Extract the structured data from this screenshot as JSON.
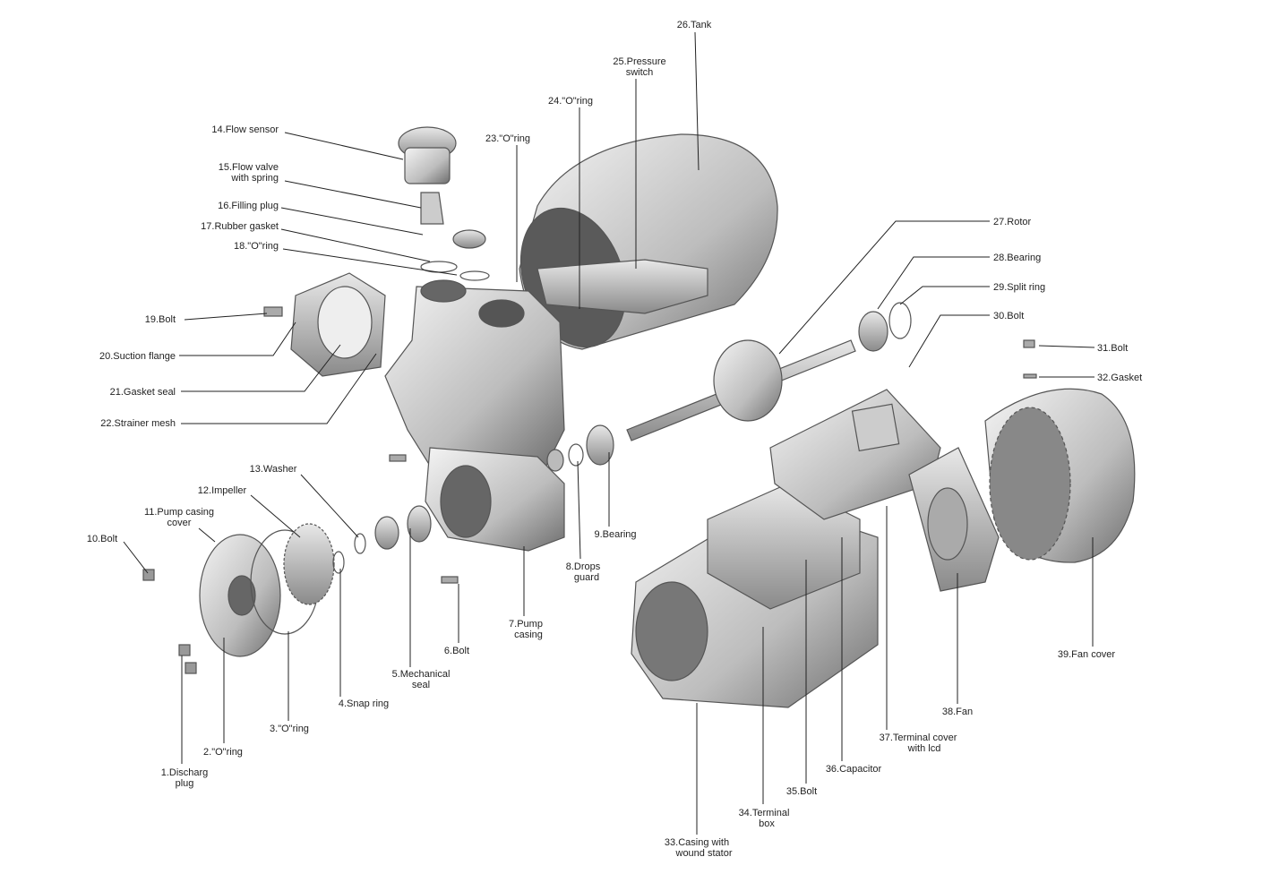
{
  "labels": {
    "p1": [
      "1.Discharg",
      "plug"
    ],
    "p2": "2.\"O\"ring",
    "p3": "3.\"O\"ring",
    "p4": "4.Snap ring",
    "p5": [
      "5.Mechanical",
      "seal"
    ],
    "p6": "6.Bolt",
    "p7": [
      "7.Pump",
      "casing"
    ],
    "p8": [
      "8.Drops",
      "guard"
    ],
    "p9": "9.Bearing",
    "p10": "10.Bolt",
    "p11": [
      "11.Pump casing",
      "cover"
    ],
    "p12": "12.Impeller",
    "p13": "13.Washer",
    "p14": "14.Flow sensor",
    "p15": [
      "15.Flow valve",
      "with spring"
    ],
    "p16": "16.Filling plug",
    "p17": "17.Rubber gasket",
    "p18": "18.\"O\"ring",
    "p19": "19.Bolt",
    "p20": "20.Suction flange",
    "p21": "21.Gasket seal",
    "p22": "22.Strainer mesh",
    "p23": "23.\"O\"ring",
    "p24": "24.\"O\"ring",
    "p25": [
      "25.Pressure",
      "switch"
    ],
    "p26": "26.Tank",
    "p27": "27.Rotor",
    "p28": "28.Bearing",
    "p29": "29.Split ring",
    "p30": "30.Bolt",
    "p31": "31.Bolt",
    "p32": "32.Gasket",
    "p33": [
      "33.Casing with",
      "wound stator"
    ],
    "p34": [
      "34.Terminal",
      "box"
    ],
    "p35": "35.Bolt",
    "p36": "36.Capacitor",
    "p37": [
      "37.Terminal cover",
      "with lcd"
    ],
    "p38": "38.Fan",
    "p39": "39.Fan cover"
  }
}
